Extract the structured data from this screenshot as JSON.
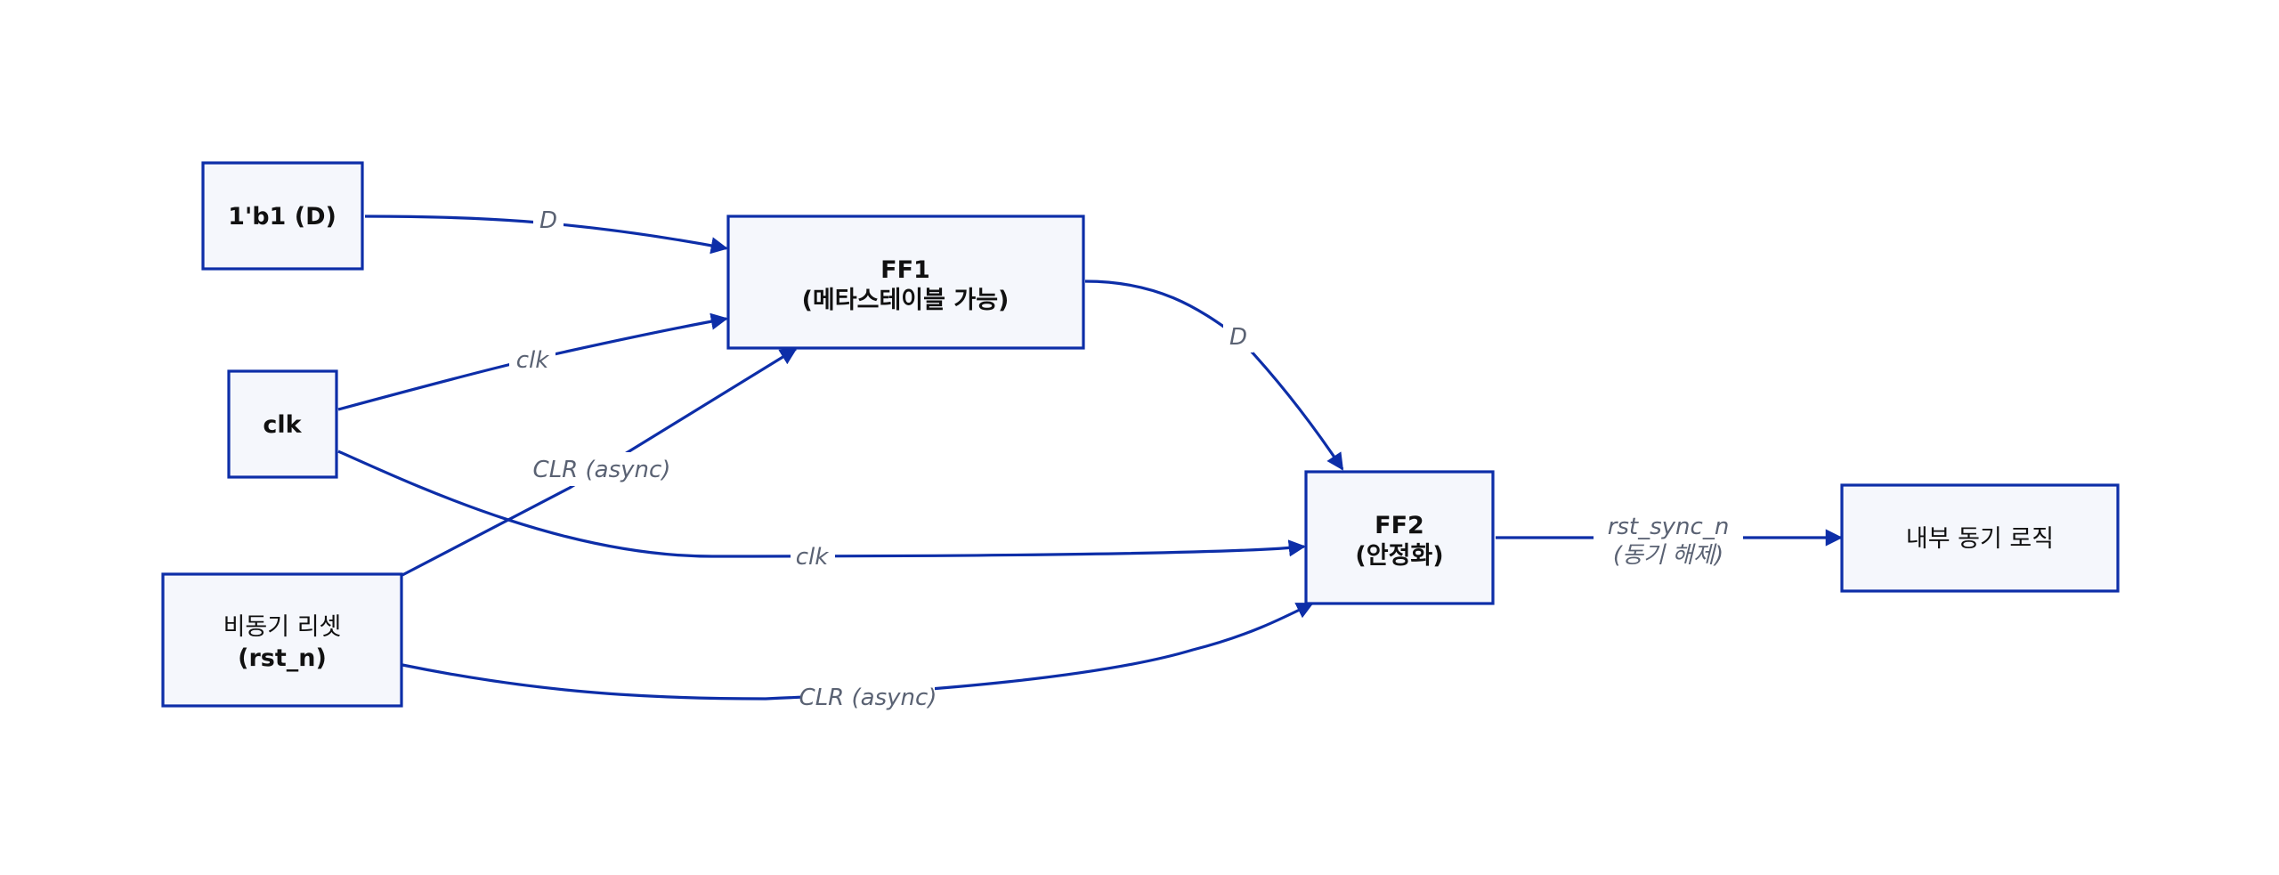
{
  "diagram": {
    "nodes": {
      "d_input": {
        "line1": "1'b1 (D)"
      },
      "clk": {
        "line1": "clk"
      },
      "rst": {
        "line1": "비동기 리셋",
        "line2": "(rst_n)"
      },
      "ff1": {
        "line1": "FF1",
        "line2": "(메타스테이블 가능)"
      },
      "ff2": {
        "line1": "FF2",
        "line2": "(안정화)"
      },
      "internal": {
        "line1": "내부 동기 로직"
      }
    },
    "edges": {
      "d_to_ff1": "D",
      "clk_to_ff1": "clk",
      "rst_to_ff1": "CLR (async)",
      "ff1_to_ff2": "D",
      "clk_to_ff2": "clk",
      "rst_to_ff2": "CLR (async)",
      "ff2_to_internal_line1": "rst_sync_n",
      "ff2_to_internal_line2": "(동기 해제)"
    },
    "colors": {
      "stroke": "#0d2ea8",
      "node_fill": "#f5f7fc",
      "label_text": "#5a6273",
      "node_text": "#111111"
    }
  }
}
